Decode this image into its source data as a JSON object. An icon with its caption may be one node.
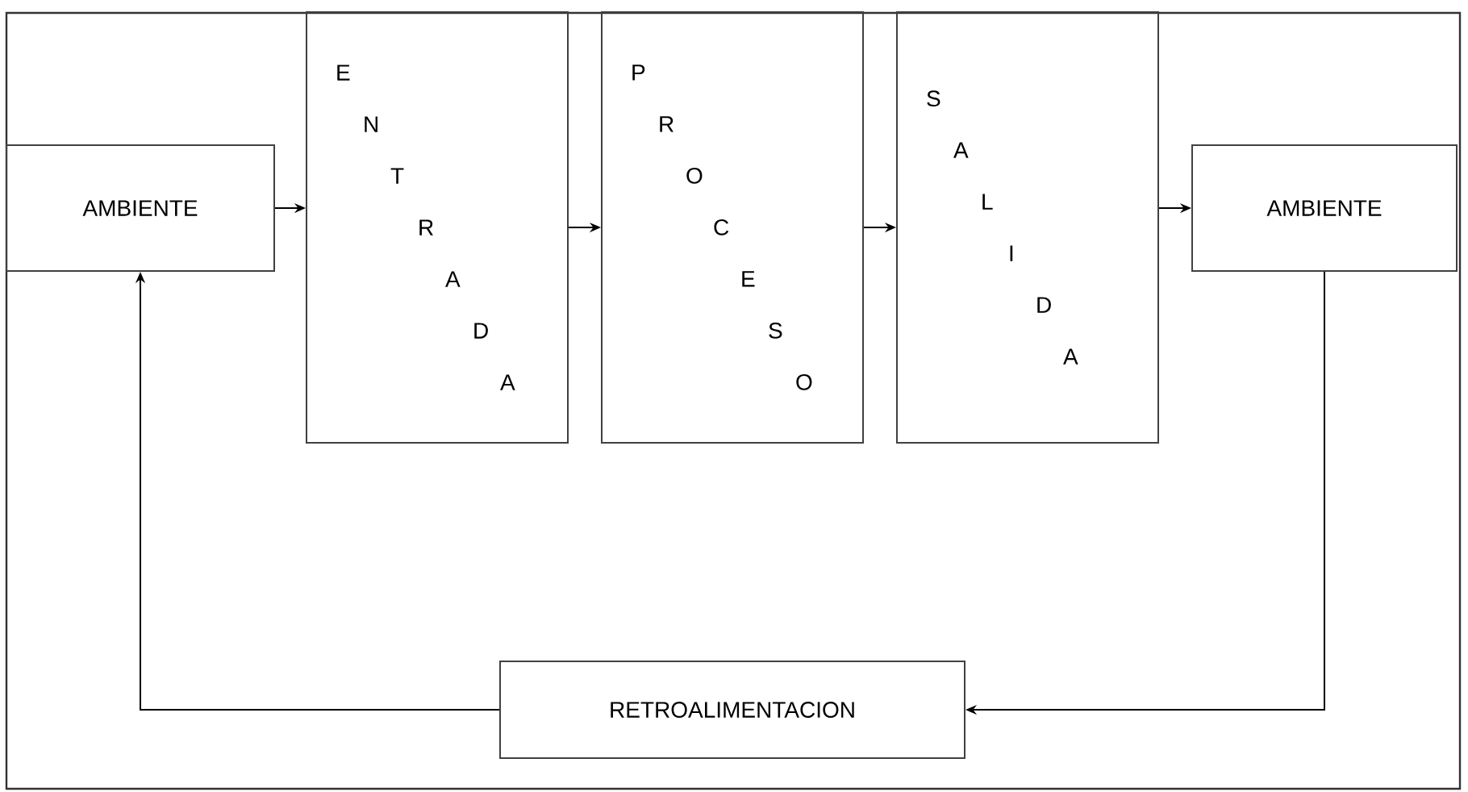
{
  "diagram": {
    "nodes": [
      {
        "text": [
          "AMBIENTE"
        ]
      },
      {
        "text": [
          "ENTRADA"
        ]
      },
      {
        "text": [
          "PROCESO"
        ]
      },
      {
        "text": [
          "SALIDA"
        ]
      },
      {
        "text": [
          "AMBIENTE"
        ]
      },
      {
        "text": [
          "RETROALIMENTACION"
        ]
      }
    ],
    "edges": [
      {
        "from": 0,
        "to": 1,
        "arrow": "to"
      },
      {
        "from": 1,
        "to": 2,
        "arrow": "to"
      },
      {
        "from": 2,
        "to": 3,
        "arrow": "to"
      },
      {
        "from": 3,
        "to": 4,
        "arrow": "to"
      },
      {
        "from": 4,
        "to": 5,
        "arrow": "to"
      },
      {
        "from": 5,
        "to": 0,
        "arrow": "to"
      }
    ]
  }
}
